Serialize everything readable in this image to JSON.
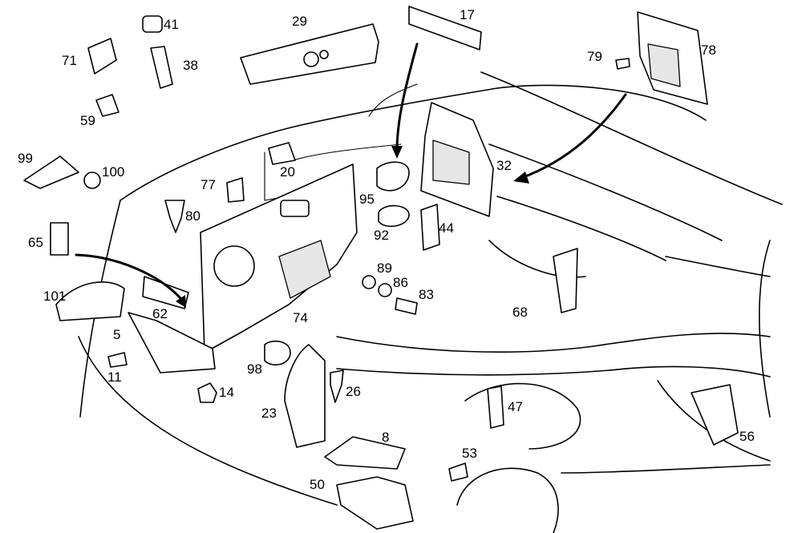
{
  "diagram": {
    "callouts": [
      "17",
      "29",
      "32",
      "41",
      "38",
      "71",
      "59",
      "79",
      "78",
      "99",
      "100",
      "20",
      "77",
      "80",
      "95",
      "92",
      "44",
      "65",
      "101",
      "62",
      "74",
      "89",
      "86",
      "83",
      "68",
      "5",
      "11",
      "14",
      "98",
      "26",
      "23",
      "47",
      "8",
      "53",
      "50",
      "56"
    ]
  }
}
